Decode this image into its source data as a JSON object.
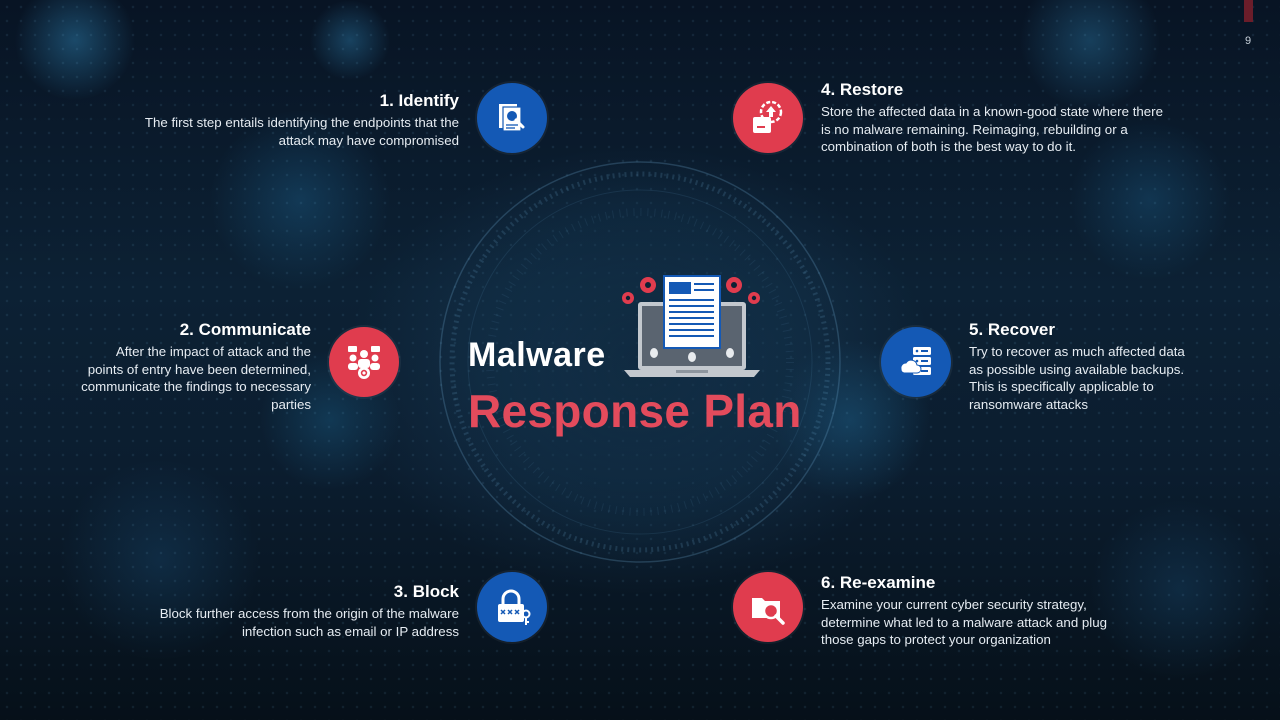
{
  "slide": {
    "page_number": "9",
    "title_line1": "Malware",
    "title_line2": "Response Plan"
  },
  "steps": [
    {
      "title": "1. Identify",
      "description": "The first step entails identifying the endpoints that the attack may have compromised",
      "icon": "document-search-icon",
      "color": "#1459b5"
    },
    {
      "title": "2. Communicate",
      "description": "After the impact of attack and the points of entry have been determined, communicate the findings to necessary parties",
      "icon": "team-communication-icon",
      "color": "#e03c4e"
    },
    {
      "title": "3. Block",
      "description": "Block further access from the origin of the malware infection such as email or IP address",
      "icon": "padlock-key-icon",
      "color": "#1459b5"
    },
    {
      "title": "4. Restore",
      "description": "Store the affected data in a known-good state where there is no malware remaining. Reimaging, rebuilding or a combination of both is the best way to do it.",
      "icon": "restore-upload-icon",
      "color": "#e03c4e"
    },
    {
      "title": "5. Recover",
      "description": "Try to recover as much affected data as possible using available backups. This is specifically applicable to ransomware attacks",
      "icon": "server-backup-icon",
      "color": "#1459b5"
    },
    {
      "title": "6. Re-examine",
      "description": "Examine your current cyber security strategy, determine what led to a malware attack and plug those gaps to protect your organization",
      "icon": "folder-inspect-icon",
      "color": "#e03c4e"
    }
  ],
  "colors": {
    "accent_red": "#e34b5c",
    "accent_blue": "#1459b5",
    "background": "#07111f"
  }
}
